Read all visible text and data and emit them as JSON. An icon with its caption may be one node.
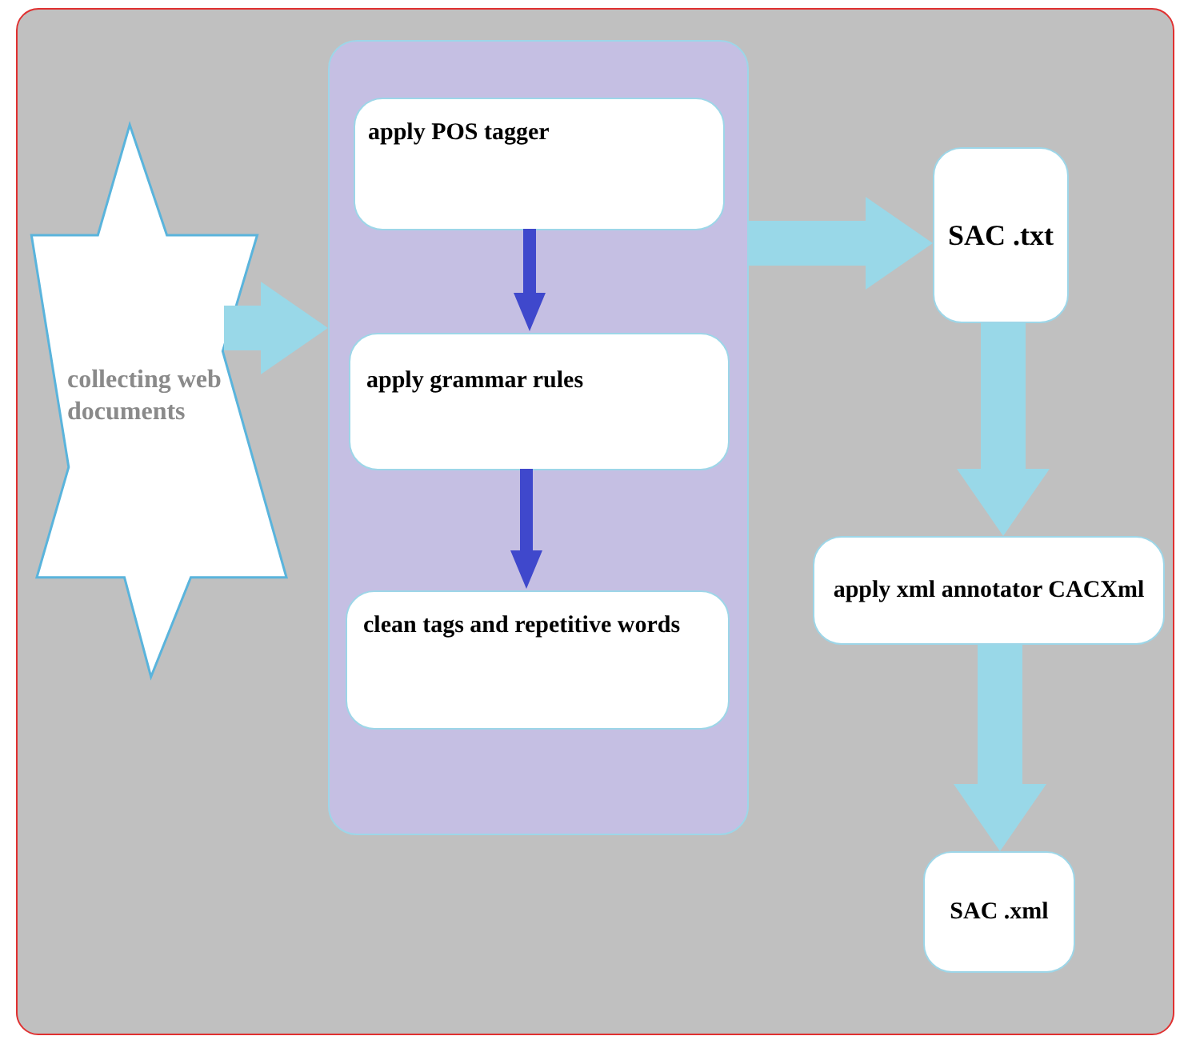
{
  "diagram": {
    "nodes": [
      {
        "text": [
          "collecting web documents"
        ]
      },
      {
        "text": [],
        "shape": "box"
      },
      {
        "text": [
          "apply POS tagger"
        ],
        "in": 1
      },
      {
        "text": [
          "apply grammar rules"
        ],
        "in": 1
      },
      {
        "text": [
          "clean tags and repetitive words"
        ],
        "in": 1
      },
      {
        "text": [
          "SAC .txt"
        ]
      },
      {
        "text": [
          "apply xml annotator CACXml"
        ]
      },
      {
        "text": [
          "SAC .xml"
        ]
      }
    ],
    "edges": [
      {
        "from": 0,
        "to": 1,
        "arrow": "to"
      },
      {
        "from": 2,
        "to": 3,
        "arrow": "to",
        "color": "#3f48cc"
      },
      {
        "from": 3,
        "to": 4,
        "arrow": "to",
        "color": "#3f48cc"
      },
      {
        "from": 1,
        "to": 5,
        "arrow": "to"
      },
      {
        "from": 5,
        "to": 6,
        "arrow": "to"
      },
      {
        "from": 6,
        "to": 7,
        "arrow": "to"
      }
    ]
  }
}
